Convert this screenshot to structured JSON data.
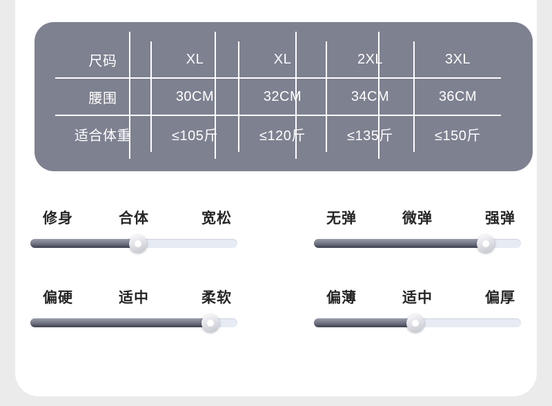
{
  "page": {
    "background_color": "#ebebeb",
    "card_color": "#ffffff"
  },
  "size_table": {
    "panel_color": "#7e8190",
    "rows": [
      {
        "header": "尺码",
        "values": [
          "XL",
          "XL",
          "2XL",
          "3XL"
        ]
      },
      {
        "header": "腰围",
        "values": [
          "30CM",
          "32CM",
          "34CM",
          "36CM"
        ]
      },
      {
        "header": "适合体重",
        "values": [
          "≤105斤",
          "≤120斤",
          "≤135斤",
          "≤150斤"
        ]
      }
    ]
  },
  "sliders": [
    {
      "name": "fit",
      "labels": {
        "start": "修身",
        "middle": "合体",
        "end": "宽松"
      },
      "value_percent": 52
    },
    {
      "name": "elasticity",
      "labels": {
        "start": "无弹",
        "middle": "微弹",
        "end": "强弹"
      },
      "value_percent": 83
    },
    {
      "name": "softness",
      "labels": {
        "start": "偏硬",
        "middle": "适中",
        "end": "柔软"
      },
      "value_percent": 87
    },
    {
      "name": "thickness",
      "labels": {
        "start": "偏薄",
        "middle": "适中",
        "end": "偏厚"
      },
      "value_percent": 49
    }
  ]
}
